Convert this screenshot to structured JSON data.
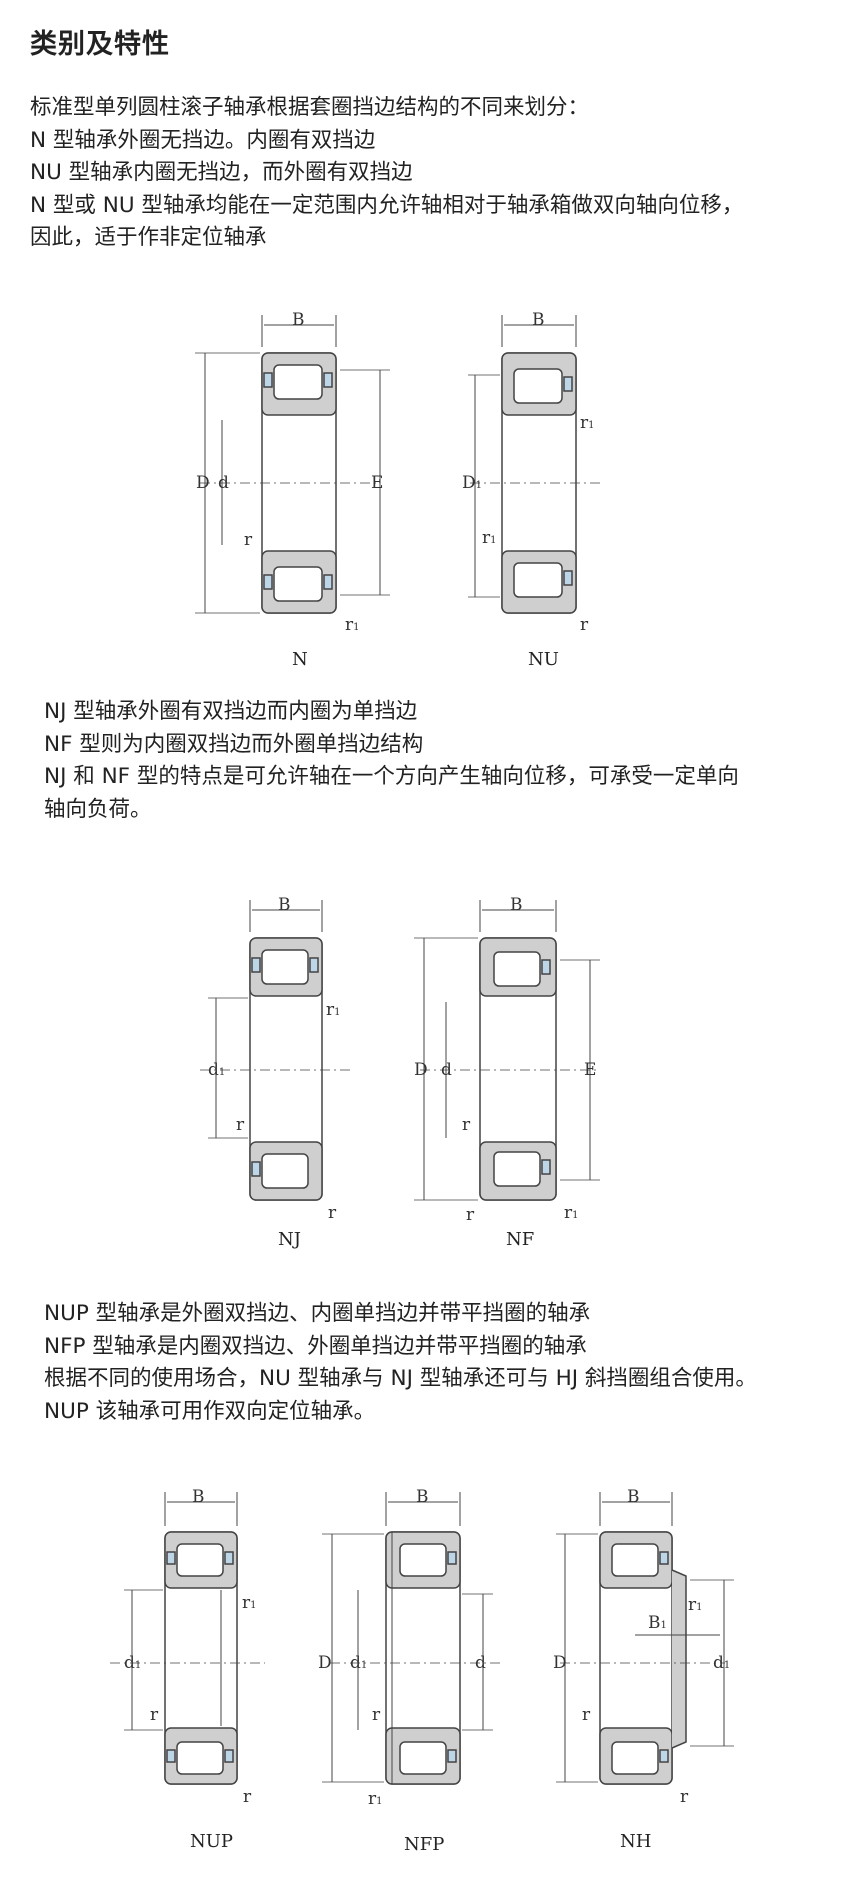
{
  "title": "类别及特性",
  "section1": {
    "lines": [
      "标准型单列圆柱滚子轴承根据套圈挡边结构的不同来划分：",
      "N 型轴承外圈无挡边。内圈有双挡边",
      "NU 型轴承内圈无挡边，而外圈有双挡边",
      "N 型或 NU 型轴承均能在一定范围内允许轴相对于轴承箱做双向轴向位移，",
      "因此，适于作非定位轴承"
    ],
    "figures": [
      {
        "caption": "N",
        "labels": {
          "B": "B",
          "D": "D",
          "d": "d",
          "E": "E",
          "r": "r",
          "r1": "r"
        }
      },
      {
        "caption": "NU",
        "labels": {
          "B": "B",
          "D1": "D",
          "r1": "r",
          "r1b": "r",
          "r": "r"
        }
      }
    ]
  },
  "section2": {
    "lines": [
      "NJ 型轴承外圈有双挡边而内圈为单挡边",
      "NF 型则为内圈双挡边而外圈单挡边结构",
      "NJ 和 NF 型的特点是可允许轴在一个方向产生轴向位移，可承受一定单向",
      "轴向负荷。"
    ],
    "figures": [
      {
        "caption": "NJ",
        "labels": {
          "B": "B",
          "d1": "d",
          "r1": "r",
          "r": "r",
          "r2": "r"
        }
      },
      {
        "caption": "NF",
        "labels": {
          "B": "B",
          "D": "D",
          "d": "d",
          "E": "E",
          "r": "r",
          "r2": "r",
          "r1": "r"
        }
      }
    ]
  },
  "section3": {
    "lines": [
      "NUP 型轴承是外圈双挡边、内圈单挡边并带平挡圈的轴承",
      "NFP 型轴承是内圈双挡边、外圈单挡边并带平挡圈的轴承",
      "根据不同的使用场合，NU 型轴承与 NJ 型轴承还可与 HJ 斜挡圈组合使用。",
      "NUP 该轴承可用作双向定位轴承。"
    ],
    "figures": [
      {
        "caption": "NUP",
        "labels": {
          "B": "B",
          "d1": "d",
          "r1": "r",
          "r": "r",
          "r2": "r"
        }
      },
      {
        "caption": "NFP",
        "labels": {
          "B": "B",
          "D": "D",
          "d1": "d",
          "d": "d",
          "r": "r",
          "r1": "r"
        }
      },
      {
        "caption": "NH",
        "labels": {
          "B": "B",
          "B1": "B",
          "D": "D",
          "d1": "d",
          "r1": "r",
          "r": "r",
          "r2": "r"
        }
      }
    ]
  },
  "subscript": "1"
}
